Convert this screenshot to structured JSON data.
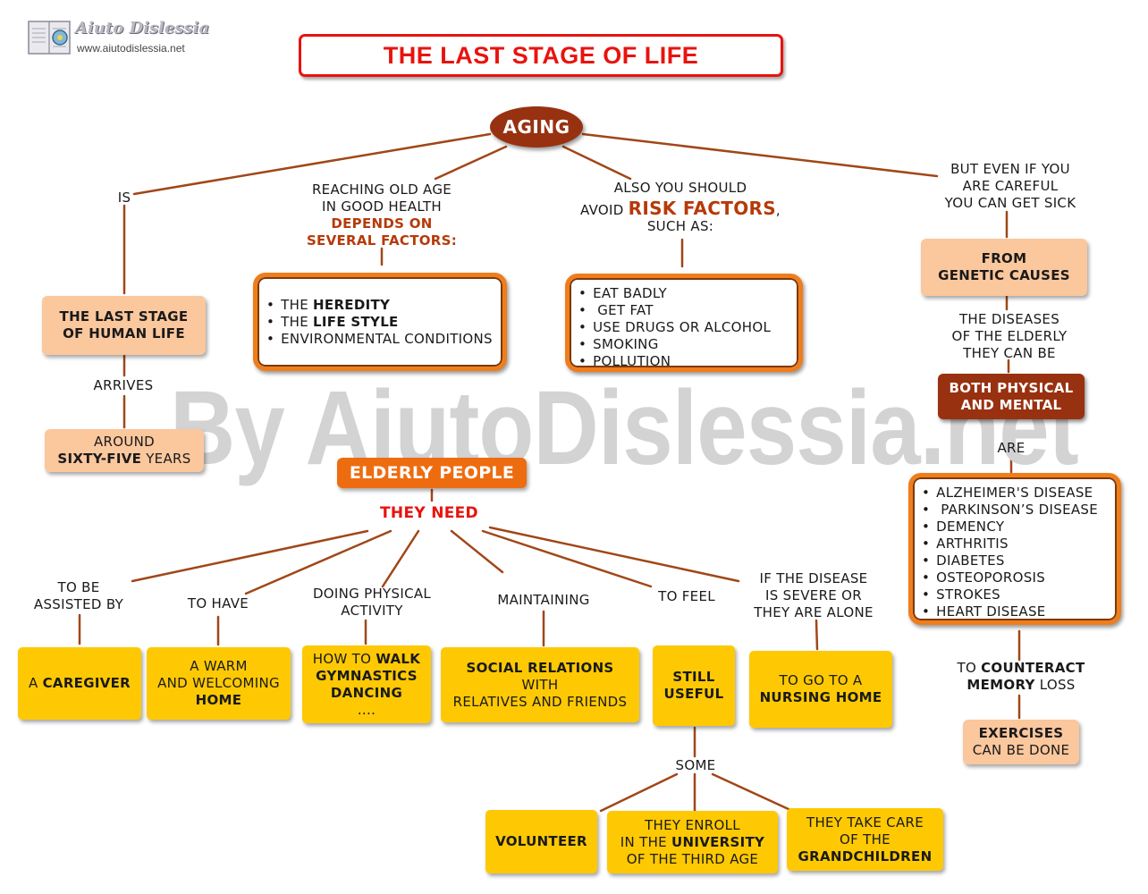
{
  "logo": {
    "brand": "Aiuto Dislessia",
    "url": "www.aiutodislessia.net"
  },
  "title": "THE LAST STAGE OF LIFE",
  "watermark": "By AiutoDislessia.net",
  "root": "AGING",
  "left": {
    "link_is": "IS",
    "box1": [
      "THE LAST STAGE",
      "OF HUMAN LIFE"
    ],
    "link_arrives": "ARRIVES",
    "box2": {
      "line1": "AROUND",
      "bold": "SIXTY-FIVE",
      "rest": " YEARS"
    }
  },
  "factors": {
    "label_lines": [
      "REACHING OLD AGE",
      "IN GOOD HEALTH"
    ],
    "label_bold": [
      "DEPENDS ON",
      "SEVERAL FACTORS:"
    ],
    "items": [
      {
        "pre": "THE ",
        "bold": "HEREDITY"
      },
      {
        "pre": "THE ",
        "bold": "LIFE STYLE"
      },
      {
        "pre": "ENVIRONMENTAL CONDITIONS",
        "bold": ""
      }
    ]
  },
  "risk": {
    "label1": "ALSO YOU SHOULD",
    "label2_pre": "AVOID ",
    "label2_bold": "RISK FACTORS",
    "label2_post": ",",
    "label3": "SUCH AS:",
    "items": [
      "EAT BADLY",
      " GET FAT",
      "USE DRUGS OR ALCOHOL",
      "SMOKING",
      "POLLUTION"
    ]
  },
  "sick": {
    "label": [
      "BUT EVEN IF YOU",
      "ARE CAREFUL",
      "YOU CAN GET SICK"
    ],
    "genetic": [
      "FROM",
      "GENETIC CAUSES"
    ],
    "diseases_label": [
      "THE DISEASES",
      "OF THE ELDERLY",
      "THEY CAN BE"
    ],
    "physical_mental": [
      "BOTH PHYSICAL",
      "AND MENTAL"
    ],
    "are": "ARE",
    "list": [
      "ALZHEIMER'S DISEASE",
      " PARKINSON’S DISEASE",
      "DEMENCY",
      "ARTHRITIS",
      "DIABETES",
      "OSTEOPOROSIS",
      "STROKES",
      "HEART DISEASE"
    ],
    "counter_pre": "TO ",
    "counter_bold": "COUNTERACT",
    "counter_line2_bold": "MEMORY",
    "counter_line2": " LOSS",
    "exercises_bold": "EXERCISES",
    "exercises": "CAN BE DONE"
  },
  "elderly": {
    "title": "ELDERLY PEOPLE",
    "need": "THEY NEED",
    "branches": [
      {
        "label": [
          "TO BE",
          "ASSISTED BY"
        ],
        "box_pre": "A ",
        "box_bold": "CAREGIVER"
      },
      {
        "label": [
          "TO HAVE"
        ],
        "box_l1": "A WARM",
        "box_l2": "AND WELCOMING",
        "box_bold": "HOME"
      },
      {
        "label": [
          "DOING PHYSICAL",
          "ACTIVITY"
        ],
        "box_pre": "HOW TO ",
        "box_b1": "WALK",
        "box_b2": "GYMNASTICS",
        "box_b3": "DANCING",
        "box_dots": "...."
      },
      {
        "label": [
          "MAINTAINING"
        ],
        "box_bold": "SOCIAL RELATIONS",
        "box_l1": "WITH",
        "box_l2": "RELATIVES AND FRIENDS"
      },
      {
        "label": [
          "TO FEEL"
        ],
        "box_b1": "STILL",
        "box_b2": "USEFUL"
      },
      {
        "label": [
          "IF THE DISEASE",
          "IS SEVERE OR",
          "THEY ARE ALONE"
        ],
        "box_l1": "TO GO TO A",
        "box_bold": "NURSING HOME"
      }
    ],
    "some": "SOME",
    "volunteer": "VOLUNTEER",
    "university": {
      "l1": "THEY ENROLL",
      "pre": "IN THE ",
      "bold": "UNIVERSITY",
      "l3": "OF THE THIRD AGE"
    },
    "grandchildren": {
      "l1": "THEY TAKE CARE",
      "l2": "OF THE",
      "bold": "GRANDCHILDREN"
    }
  },
  "colors": {
    "brown": "#983110",
    "orange": "#f07d1c",
    "yellow": "#fec903",
    "peach": "#fbc79d",
    "red": "#e8130e",
    "line": "#a04718"
  }
}
